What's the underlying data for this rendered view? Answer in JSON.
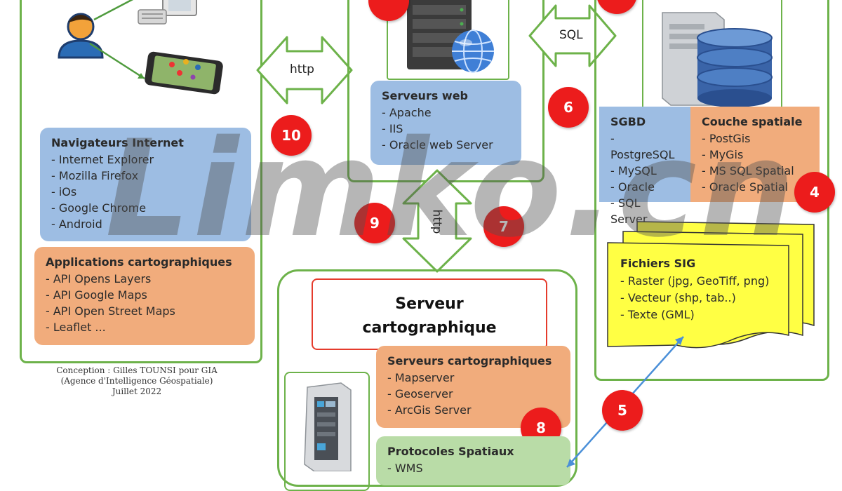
{
  "navigateurs": {
    "title": "Navigateurs Internet",
    "items": [
      "- Internet Explorer",
      "- Mozilla Firefox",
      "- iOs",
      "- Google Chrome",
      "- Android"
    ]
  },
  "applications": {
    "title": "Applications cartographiques",
    "items": [
      "- API Opens Layers",
      "- API Google Maps",
      "- API Open Street Maps",
      "- Leaflet ..."
    ]
  },
  "credit": [
    "Conception : Gilles TOUNSI pour GIA",
    "(Agence d'Intelligence Géospatiale)",
    "Juillet 2022"
  ],
  "serveurs_web": {
    "title": "Serveurs web",
    "items": [
      "- Apache",
      "- IIS",
      "- Oracle web Server"
    ]
  },
  "sgbd": {
    "title": "SGBD",
    "items": [
      "- PostgreSQL",
      "- MySQL",
      "- Oracle",
      "- SQL Server"
    ]
  },
  "couche_spatiale": {
    "title": "Couche spatiale",
    "items": [
      "- PostGis",
      "- MyGis",
      "- MS SQL Spatial",
      "- Oracle Spatial"
    ]
  },
  "fichiers_sig": {
    "title": "Fichiers SIG",
    "items": [
      "- Raster (jpg, GeoTiff, png)",
      "- Vecteur (shp, tab..)",
      "- Texte (GML)"
    ]
  },
  "serveur_cartographique_title": [
    "Serveur",
    "cartographique"
  ],
  "serveurs_cartographiques": {
    "title": "Serveurs cartographiques",
    "items": [
      "- Mapserver",
      "- Geoserver",
      "- ArcGis Server"
    ]
  },
  "protocoles": {
    "title": "Protocoles Spatiaux",
    "items": [
      "- WMS"
    ]
  },
  "arrows": {
    "http_top": "http",
    "sql": "SQL",
    "http_vertical": "http"
  },
  "badges": {
    "b4": "4",
    "b5": "5",
    "b6": "6",
    "b7": "7",
    "b8": "8",
    "b9": "9",
    "b10": "10"
  },
  "watermark": "Limko.cn",
  "colors": {
    "frame": "#6db24a",
    "badge": "#ec1c1c",
    "blue": "#9dbde3",
    "orange": "#f1ac7c",
    "green": "#b9dca7",
    "yellow": "#ffff44"
  }
}
